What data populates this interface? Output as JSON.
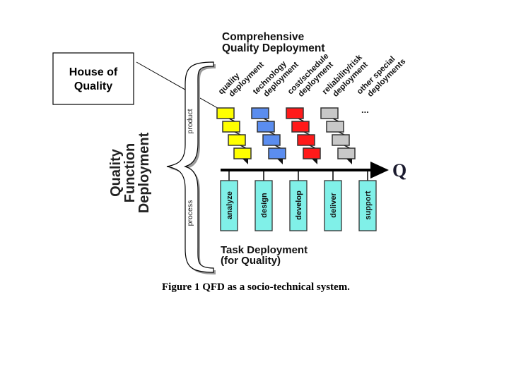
{
  "titles": {
    "top_line1": "Comprehensive",
    "top_line2": "Quality Deployment",
    "side_line1": "Quality",
    "side_line2": "Function",
    "side_line3": "Deployment",
    "bottom_line1": "Task Deployment",
    "bottom_line2": "(for Quality)",
    "caption": "Figure 1 QFD as a socio-technical system."
  },
  "callout": {
    "line1": "House of",
    "line2": "Quality"
  },
  "brace_labels": {
    "upper": "product",
    "lower": "process"
  },
  "axis_label": "Q",
  "deployments": [
    {
      "line1": "quality",
      "line2": "deployment",
      "color": "#ffff00"
    },
    {
      "line1": "technology",
      "line2": "deployment",
      "color": "#5b8def"
    },
    {
      "line1": "cost/schedule",
      "line2": "deployment",
      "color": "#ff1a1a"
    },
    {
      "line1": "reliability/risk",
      "line2": "deployment",
      "color": "#c8c8c8"
    },
    {
      "line1": "other special",
      "line2": "deployments",
      "color": null
    }
  ],
  "ellipsis": "...",
  "tasks": [
    {
      "label": "analyze"
    },
    {
      "label": "design"
    },
    {
      "label": "develop"
    },
    {
      "label": "deliver"
    },
    {
      "label": "support"
    }
  ],
  "colors": {
    "task_fill": "#80f0e8",
    "stroke": "#000000",
    "box_border": "#333333"
  }
}
